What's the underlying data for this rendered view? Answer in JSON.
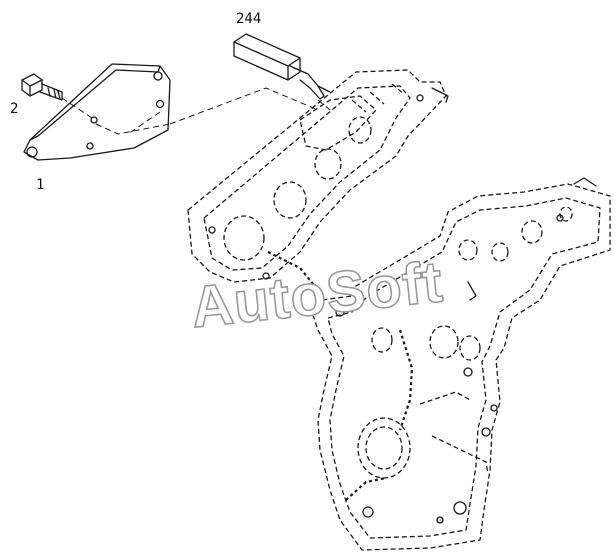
{
  "callouts": {
    "part_244": "244",
    "part_2": "2",
    "part_1": "1"
  },
  "watermark": "AutoSoft",
  "colors": {
    "line": "#1a1a1a",
    "background": "#ffffff",
    "watermark_outline": "#9a9a9a"
  }
}
